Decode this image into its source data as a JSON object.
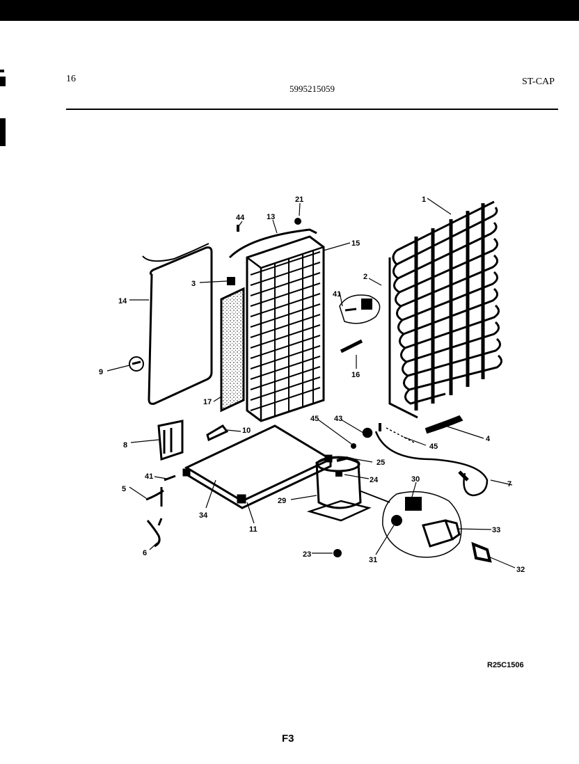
{
  "header": {
    "left": "16",
    "center": "5995215059",
    "right": "ST-CAP"
  },
  "parts": {
    "p1": "1",
    "p2": "2",
    "p3": "3",
    "p4": "4",
    "p5": "5",
    "p6": "6",
    "p7": "7",
    "p8": "8",
    "p9": "9",
    "p10": "10",
    "p11": "11",
    "p13": "13",
    "p14": "14",
    "p15": "15",
    "p16": "16",
    "p17": "17",
    "p21": "21",
    "p23": "23",
    "p24": "24",
    "p25": "25",
    "p29": "29",
    "p30": "30",
    "p31": "31",
    "p32": "32",
    "p33": "33",
    "p34": "34",
    "p41a": "41",
    "p41b": "41",
    "p43": "43",
    "p44": "44",
    "p45a": "45",
    "p45b": "45"
  },
  "footer": {
    "ref_code": "R25C1506",
    "page_id": "F3"
  }
}
